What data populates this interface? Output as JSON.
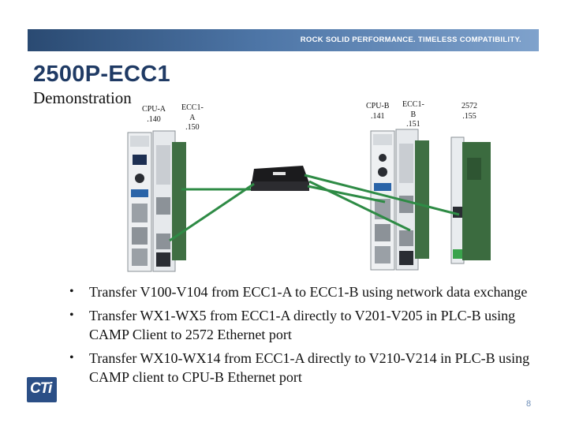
{
  "header": {
    "tagline": "ROCK SOLID PERFORMANCE. TIMELESS COMPATIBILITY."
  },
  "slide": {
    "title": "2500P-ECC1",
    "subtitle": "Demonstration"
  },
  "modules": {
    "cpu_a": "CPU-A\n.140",
    "ecc1_a": "ECC1-\nA\n.150",
    "cpu_b": "CPU-B\n.141",
    "ecc1_b": "ECC1-\nB\n.151",
    "m2572": "2572\n.155"
  },
  "bullets": [
    "Transfer V100-V104 from ECC1-A to ECC1-B using network data exchange",
    "Transfer WX1-WX5 from ECC1-A directly to V201-V205 in PLC-B using CAMP Client to 2572 Ethernet port",
    "Transfer WX10-WX14 from ECC1-A directly to V210-V214 in PLC-B using CAMP client to CPU-B Ethernet port"
  ],
  "footer": {
    "page_number": "8",
    "logo_text": "CTi"
  },
  "colors": {
    "banner": "#3d6395",
    "title": "#1f3a64",
    "cable": "#2e8b45"
  }
}
